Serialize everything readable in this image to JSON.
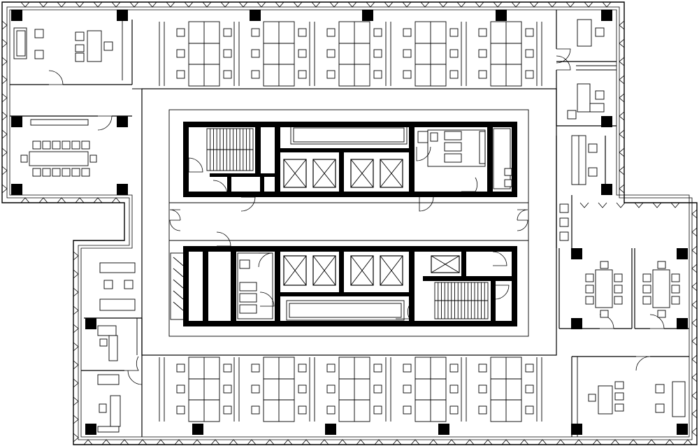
{
  "drawing": {
    "kind": "office floor plan",
    "labels": [],
    "colors": {
      "line": "#000000",
      "background": "#ffffff"
    }
  },
  "core": {
    "elevators_north": 4,
    "elevators_south": 4,
    "freight_elevators": 1,
    "stairs": 2,
    "restroom_groups": 2
  },
  "rooms": {
    "meeting_rooms": 3,
    "private_offices": 5,
    "open_workstation_bays_north": 5,
    "open_workstation_bays_south": 5
  }
}
